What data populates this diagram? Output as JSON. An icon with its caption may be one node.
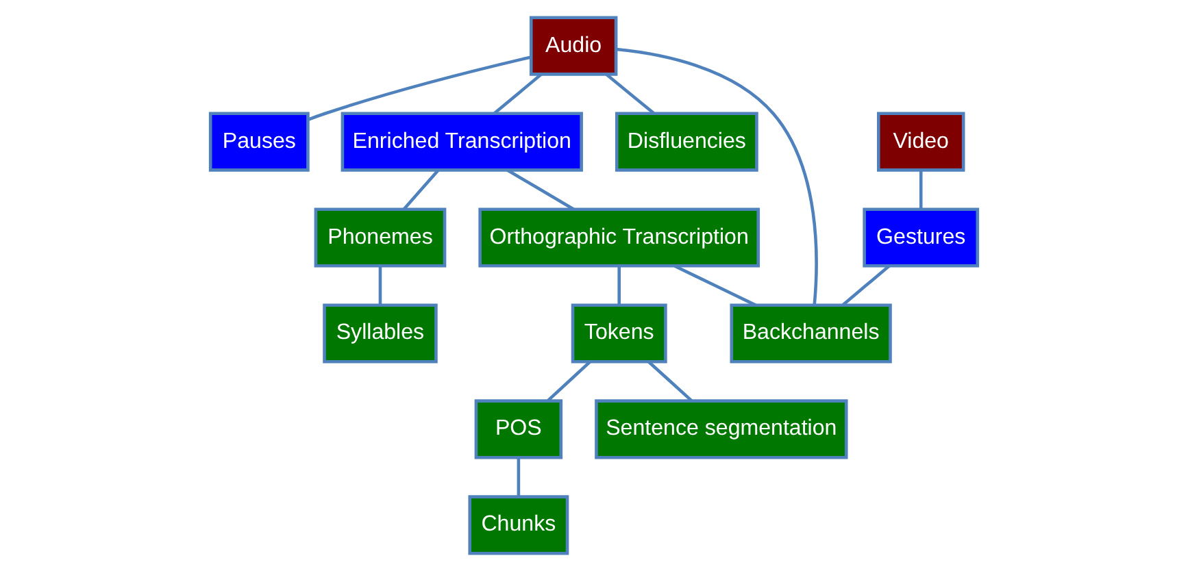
{
  "diagram": {
    "nodes": [
      {
        "text": [
          "Audio"
        ]
      },
      {
        "text": [
          "Video"
        ]
      },
      {
        "text": [
          "Pauses"
        ]
      },
      {
        "text": [
          "Enriched Transcription"
        ]
      },
      {
        "text": [
          "Gestures"
        ]
      },
      {
        "text": [
          "Phonemes"
        ]
      },
      {
        "text": [
          "Orthographic Transcription"
        ]
      },
      {
        "text": [
          "Syllables"
        ]
      },
      {
        "text": [
          "Tokens"
        ]
      },
      {
        "text": [
          "POS"
        ]
      },
      {
        "text": [
          "Sentence segmentation"
        ]
      },
      {
        "text": [
          "Disfluencies"
        ]
      },
      {
        "text": [
          "Backchannels"
        ]
      },
      {
        "text": [
          "Chunks"
        ]
      }
    ],
    "edges": [
      {
        "from": 0,
        "to": 2,
        "arrow": "none"
      },
      {
        "from": 0,
        "to": 3,
        "arrow": "none"
      },
      {
        "from": 0,
        "to": 11,
        "arrow": "none"
      },
      {
        "from": 0,
        "to": 12,
        "arrow": "none"
      },
      {
        "from": 1,
        "to": 4,
        "arrow": "none"
      },
      {
        "from": 3,
        "to": 5,
        "arrow": "none"
      },
      {
        "from": 3,
        "to": 6,
        "arrow": "none"
      },
      {
        "from": 5,
        "to": 7,
        "arrow": "none"
      },
      {
        "from": 6,
        "to": 8,
        "arrow": "none"
      },
      {
        "from": 6,
        "to": 12,
        "arrow": "none"
      },
      {
        "from": 4,
        "to": 12,
        "arrow": "none"
      },
      {
        "from": 8,
        "to": 9,
        "arrow": "none"
      },
      {
        "from": 8,
        "to": 10,
        "arrow": "none"
      },
      {
        "from": 9,
        "to": 13,
        "arrow": "none"
      }
    ]
  }
}
